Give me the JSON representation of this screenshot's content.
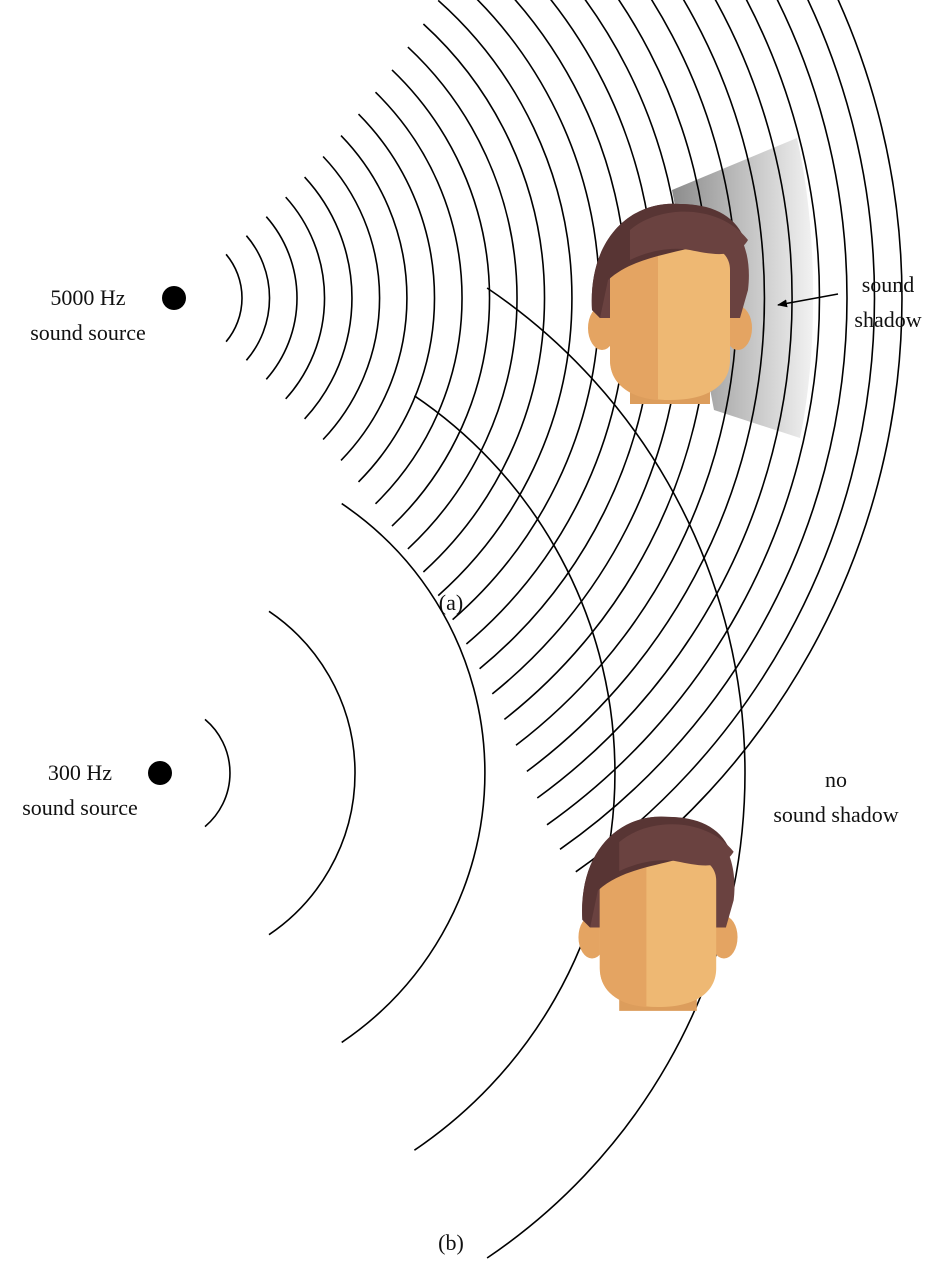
{
  "panel_a": {
    "source_label_line1": "5000 Hz",
    "source_label_line2": "sound source",
    "shadow_label_line1": "sound",
    "shadow_label_line2": "shadow",
    "caption": "(a)",
    "colors": {
      "shadow_dark": "#8c8c8c",
      "shadow_light": "#f2f2f2"
    }
  },
  "panel_b": {
    "source_label_line1": "300 Hz",
    "source_label_line2": "sound source",
    "note_line1": "no",
    "note_line2": "sound shadow",
    "caption": "(b)"
  },
  "head": {
    "icon": "person-head-icon",
    "colors": {
      "hair": "#6a4240",
      "hair_dark": "#583534",
      "skin": "#eeb873",
      "skin_shade": "#e4a462",
      "neck": "#dc9d5c"
    }
  }
}
